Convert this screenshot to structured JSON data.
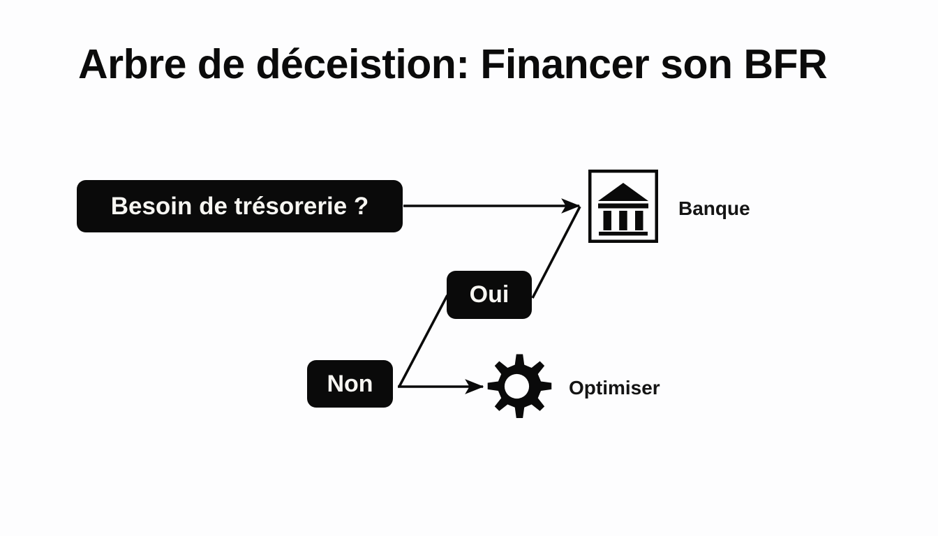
{
  "slide": {
    "title": "Arbre de déceistion: Financer son BFR",
    "background_color": "#fdfdfe",
    "ink_color": "#0a0a0a",
    "text_on_dark_color": "#f7f6f2"
  },
  "nodes": {
    "question": {
      "label": "Besoin de trésorerie ?"
    },
    "yes": {
      "label": "Oui"
    },
    "no": {
      "label": "Non"
    }
  },
  "outcomes": {
    "bank": {
      "label": "Banque",
      "icon": "bank-icon"
    },
    "optimize": {
      "label": "Optimiser",
      "icon": "gear-icon"
    }
  },
  "connectors": [
    {
      "name": "question-to-bank",
      "from": "question",
      "to": "bank",
      "arrow": true
    },
    {
      "name": "yes-to-bank",
      "from": "yes",
      "to": "bank",
      "arrow": false
    },
    {
      "name": "no-to-yes",
      "from": "no",
      "to": "yes",
      "arrow": false
    },
    {
      "name": "no-to-optimize",
      "from": "no",
      "to": "optimize",
      "arrow": true
    }
  ]
}
